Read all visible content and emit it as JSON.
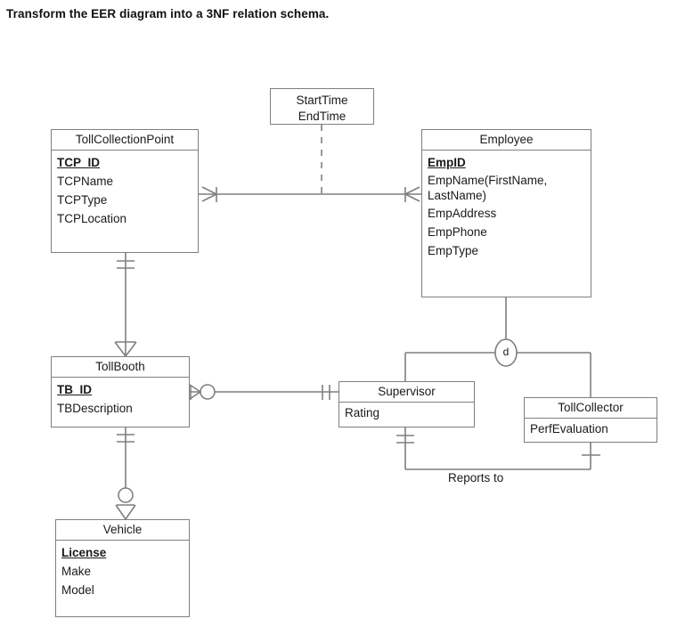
{
  "prompt": {
    "text": "Transform the EER diagram into a 3NF relation schema."
  },
  "diagram": {
    "title": "EER diagram",
    "notation": "crows-foot",
    "line_color": "#7f7f7f",
    "text_color": "#1a1a1a",
    "background": "#ffffff",
    "entities": [
      {
        "id": "tollcollectionpoint",
        "name": "TollCollectionPoint",
        "attributes": [
          {
            "label": "TCP_ID",
            "key": true
          },
          {
            "label": "TCPName",
            "key": false
          },
          {
            "label": "TCPType",
            "key": false
          },
          {
            "label": "TCPLocation",
            "key": false
          }
        ]
      },
      {
        "id": "employee",
        "name": "Employee",
        "attributes": [
          {
            "label": "EmpID",
            "key": true
          },
          {
            "label": "EmpName(FirstName, LastName)",
            "key": false
          },
          {
            "label": "EmpAddress",
            "key": false
          },
          {
            "label": "EmpPhone",
            "key": false
          },
          {
            "label": "EmpType",
            "key": false
          }
        ]
      },
      {
        "id": "tollbooth",
        "name": "TollBooth",
        "attributes": [
          {
            "label": "TB_ID",
            "key": true
          },
          {
            "label": "TBDescription",
            "key": false
          }
        ]
      },
      {
        "id": "vehicle",
        "name": "Vehicle",
        "attributes": [
          {
            "label": "License",
            "key": true
          },
          {
            "label": "Make",
            "key": false
          },
          {
            "label": "Model",
            "key": false
          }
        ]
      },
      {
        "id": "supervisor",
        "name": "Supervisor",
        "attributes": [
          {
            "label": "Rating",
            "key": false
          }
        ]
      },
      {
        "id": "tollcollector",
        "name": "TollCollector",
        "attributes": [
          {
            "label": "PerfEvaluation",
            "key": false
          }
        ]
      }
    ],
    "associative_attributes": {
      "id": "starttime-endtime",
      "lines": [
        "StartTime",
        "EndTime"
      ],
      "attached_to": "tollcollectionpoint-employee-relationship",
      "line_style": "dashed"
    },
    "specialization": {
      "supertype": "Employee",
      "marker": "d",
      "marker_meaning": "disjoint",
      "subtypes": [
        "Supervisor",
        "TollCollector"
      ]
    },
    "relationships": [
      {
        "id": "tcp-employee",
        "from": "TollCollectionPoint",
        "to": "Employee",
        "label": "",
        "from_cardinality": "many",
        "to_cardinality": "many"
      },
      {
        "id": "tcp-tollbooth",
        "from": "TollCollectionPoint",
        "to": "TollBooth",
        "label": "",
        "from_cardinality": "one-mandatory",
        "to_cardinality": "many"
      },
      {
        "id": "tollbooth-vehicle",
        "from": "TollBooth",
        "to": "Vehicle",
        "label": "",
        "from_cardinality": "one-mandatory",
        "to_cardinality": "zero-or-many"
      },
      {
        "id": "tollbooth-supervisor",
        "from": "TollBooth",
        "to": "Supervisor",
        "label": "",
        "from_cardinality": "zero-or-many",
        "to_cardinality": "one-mandatory"
      },
      {
        "id": "reports-to",
        "from": "Supervisor",
        "to": "TollCollector",
        "label": "Reports to",
        "from_cardinality": "one-mandatory",
        "to_cardinality": "many"
      }
    ]
  }
}
